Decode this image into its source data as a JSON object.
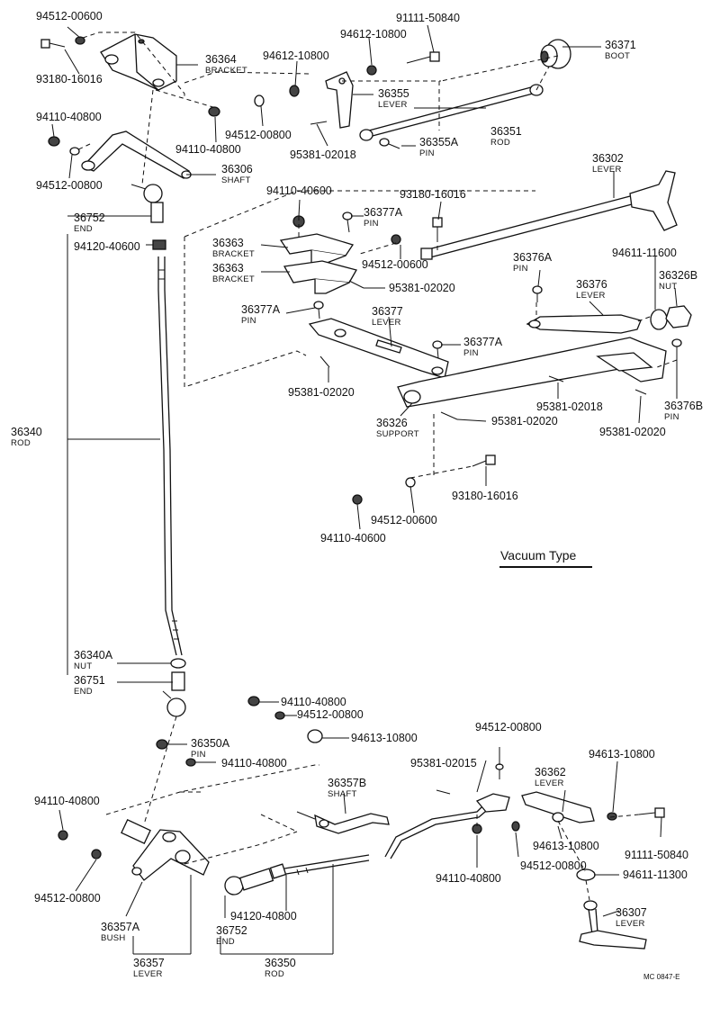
{
  "diagram": {
    "title": "Vacuum Type",
    "code": "MC 0847-E",
    "callouts": [
      {
        "num": "94512-00600"
      },
      {
        "num": "93180-16016"
      },
      {
        "num": "36364",
        "name": "BRACKET"
      },
      {
        "num": "91111-50840"
      },
      {
        "num": "94612-10800"
      },
      {
        "num": "94612-10800"
      },
      {
        "num": "36371",
        "name": "BOOT"
      },
      {
        "num": "36355",
        "name": "LEVER"
      },
      {
        "num": "94512-00800"
      },
      {
        "num": "94110-40800"
      },
      {
        "num": "94110-40800"
      },
      {
        "num": "94512-00800"
      },
      {
        "num": "36351",
        "name": "ROD"
      },
      {
        "num": "36355A",
        "name": "PIN"
      },
      {
        "num": "95381-02018"
      },
      {
        "num": "36306",
        "name": "SHAFT"
      },
      {
        "num": "36302",
        "name": "LEVER"
      },
      {
        "num": "94110-40600"
      },
      {
        "num": "93180-16016"
      },
      {
        "num": "36752",
        "name": "END"
      },
      {
        "num": "36377A",
        "name": "PIN"
      },
      {
        "num": "94120-40600"
      },
      {
        "num": "36363",
        "name": "BRACKET"
      },
      {
        "num": "36363",
        "name": "BRACKET"
      },
      {
        "num": "94512-00600"
      },
      {
        "num": "36376A",
        "name": "PIN"
      },
      {
        "num": "94611-11600"
      },
      {
        "num": "36326B",
        "name": "NUT"
      },
      {
        "num": "95381-02020"
      },
      {
        "num": "36376",
        "name": "LEVER"
      },
      {
        "num": "36377A",
        "name": "PIN"
      },
      {
        "num": "36377",
        "name": "LEVER"
      },
      {
        "num": "36377A",
        "name": "PIN"
      },
      {
        "num": "95381-02020"
      },
      {
        "num": "95381-02018"
      },
      {
        "num": "36376B",
        "name": "PIN"
      },
      {
        "num": "36326",
        "name": "SUPPORT"
      },
      {
        "num": "95381-02020"
      },
      {
        "num": "95381-02020"
      },
      {
        "num": "36340",
        "name": "ROD"
      },
      {
        "num": "93180-16016"
      },
      {
        "num": "94110-40600"
      },
      {
        "num": "94512-00600"
      },
      {
        "num": "36340A",
        "name": "NUT"
      },
      {
        "num": "36751",
        "name": "END"
      },
      {
        "num": "94110-40800"
      },
      {
        "num": "94512-00800"
      },
      {
        "num": "94613-10800"
      },
      {
        "num": "36350A",
        "name": "PIN"
      },
      {
        "num": "94110-40800"
      },
      {
        "num": "94512-00800"
      },
      {
        "num": "95381-02015"
      },
      {
        "num": "94613-10800"
      },
      {
        "num": "36362",
        "name": "LEVER"
      },
      {
        "num": "36357B",
        "name": "SHAFT"
      },
      {
        "num": "94110-40800"
      },
      {
        "num": "91111-50840"
      },
      {
        "num": "94613-10800"
      },
      {
        "num": "94512-00800"
      },
      {
        "num": "94110-40800"
      },
      {
        "num": "94611-11300"
      },
      {
        "num": "94512-00800"
      },
      {
        "num": "94120-40800"
      },
      {
        "num": "36307",
        "name": "LEVER"
      },
      {
        "num": "36357A",
        "name": "BUSH"
      },
      {
        "num": "36752",
        "name": "END"
      },
      {
        "num": "36357",
        "name": "LEVER"
      },
      {
        "num": "36350",
        "name": "ROD"
      }
    ]
  }
}
